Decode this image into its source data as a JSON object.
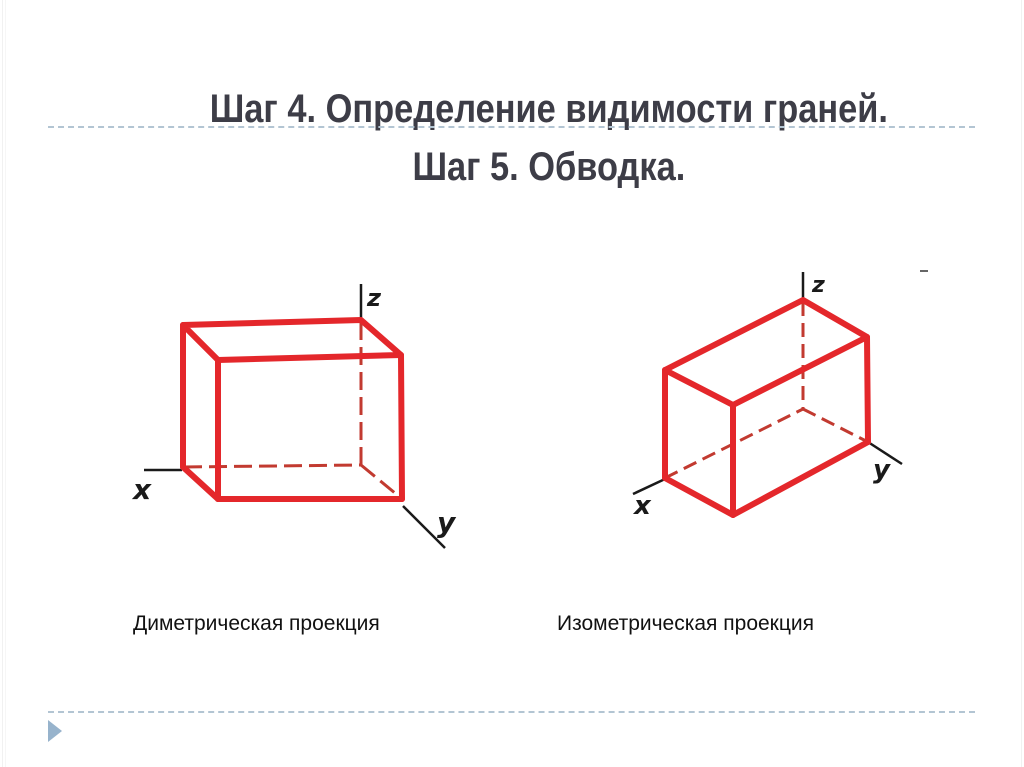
{
  "slide": {
    "title_line1": "Шаг 4. Определение видимости граней.",
    "title_line2": "Шаг 5. Обводка.",
    "colors": {
      "title": "#3d3d47",
      "edge_visible": "#e4272b",
      "edge_hidden": "#c23a30",
      "divider": "#b3c5d3",
      "bullet": "#97b3cc"
    }
  },
  "figures": [
    {
      "name": "dimetric-box",
      "caption": "Диметрическая проекция",
      "axes": {
        "x": "x",
        "y": "y",
        "z": "z"
      }
    },
    {
      "name": "isometric-box",
      "caption": "Изометрическая проекция",
      "axes": {
        "x": "x",
        "y": "y",
        "z": "z"
      }
    }
  ],
  "navigation": {
    "bullet_icon": "triangle-right-icon"
  }
}
